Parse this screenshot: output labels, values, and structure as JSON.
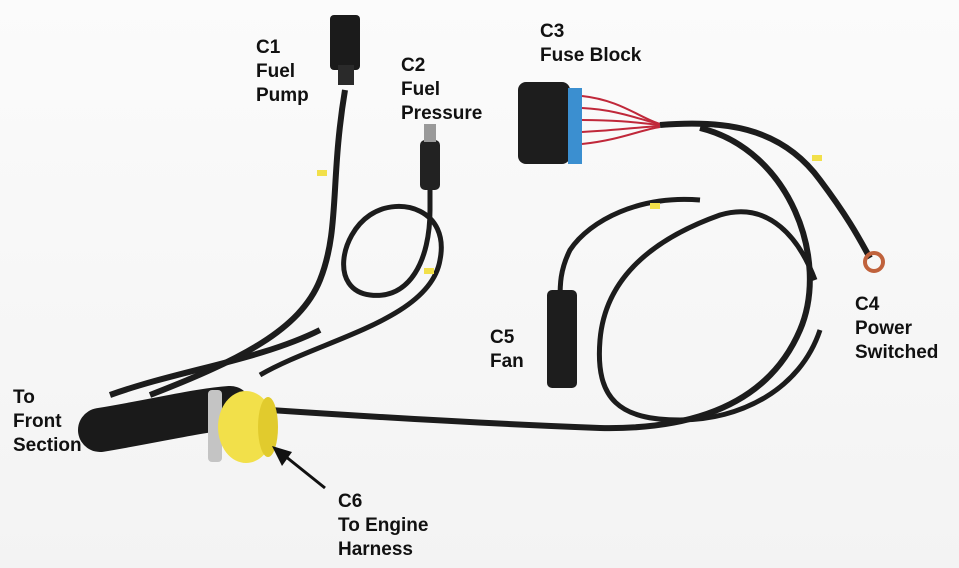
{
  "labels": {
    "c1": {
      "id": "C1",
      "line1": "Fuel",
      "line2": "Pump"
    },
    "c2": {
      "id": "C2",
      "line1": "Fuel",
      "line2": "Pressure"
    },
    "c3": {
      "id": "C3",
      "line1": "Fuse Block"
    },
    "c4": {
      "id": "C4",
      "line1": "Power",
      "line2": "Switched"
    },
    "c5": {
      "id": "C5",
      "line1": "Fan"
    },
    "c6": {
      "id": "C6",
      "line1": "To Engine",
      "line2": "Harness"
    },
    "front": {
      "line1": "To",
      "line2": "Front",
      "line3": "Section"
    }
  },
  "colors": {
    "wire": "#1c1c1c",
    "connector_blue": "#3b8fd0",
    "fuse_wires": "#c0283a",
    "grommet_yellow": "#f2e04a",
    "ring_terminal": "#c0623c",
    "text": "#111111"
  }
}
